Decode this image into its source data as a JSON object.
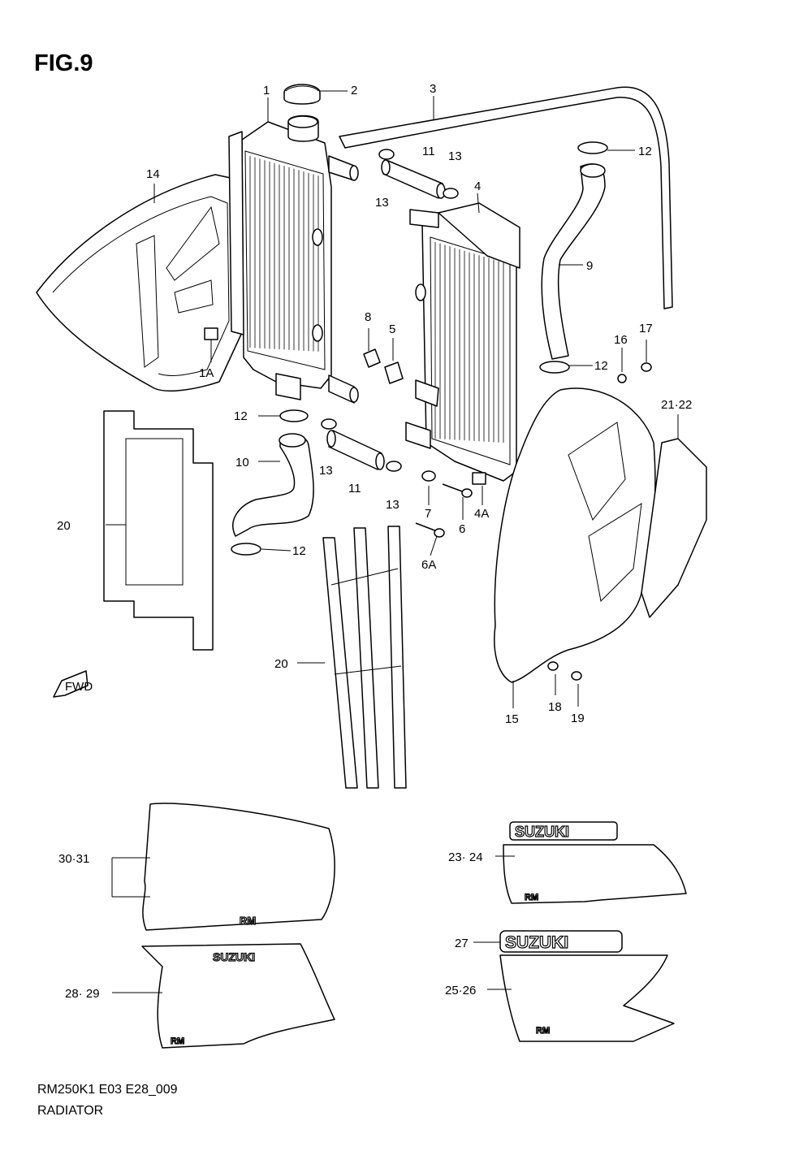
{
  "figure": {
    "title": "FIG.9"
  },
  "footer": {
    "code": "RM250K1 E03 E28_009",
    "name": "RADIATOR"
  },
  "direction_badge": {
    "text": "FWD"
  },
  "decal_text": {
    "brand": "SUZUKI",
    "model": "RM"
  },
  "callouts": {
    "c1": "1",
    "c2": "2",
    "c3": "3",
    "c4": "4",
    "c5": "5",
    "c6": "6",
    "c7": "7",
    "c8": "8",
    "c9": "9",
    "c10": "10",
    "c11a": "11",
    "c11b": "11",
    "c12a": "12",
    "c12b": "12",
    "c12c": "12",
    "c12d": "12",
    "c13a": "13",
    "c13b": "13",
    "c13c": "13",
    "c13d": "13",
    "c14": "14",
    "c15": "15",
    "c16": "16",
    "c17": "17",
    "c18": "18",
    "c19": "19",
    "c20a": "20",
    "c20b": "20",
    "c2122": "21·22",
    "c2324": "23· 24",
    "c2526": "25·26",
    "c27": "27",
    "c2829": "28· 29",
    "c3031": "30·31",
    "c1a": "1A",
    "c4a": "4A",
    "c6a": "6A"
  }
}
